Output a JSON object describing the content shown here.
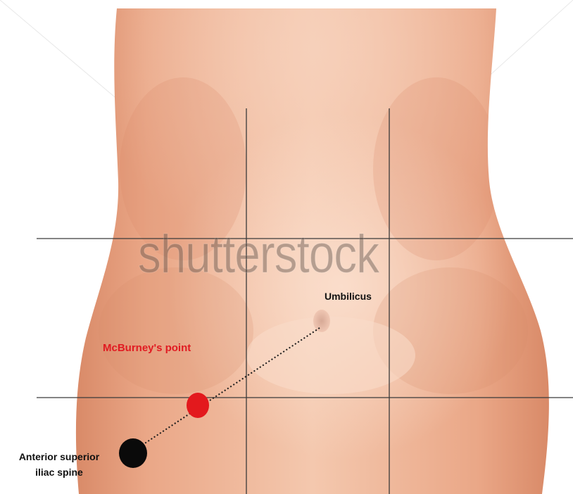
{
  "labels": {
    "umbilicus": "Umbilicus",
    "mcburney": "McBurney's point",
    "asis_line1": "Anterior superior",
    "asis_line2": "iliac spine"
  },
  "watermark": {
    "text": "shutterstock"
  },
  "colors": {
    "skin": "#e9a888",
    "skin_light": "#f5cdb5",
    "grid_line": "#3a3a3a",
    "mcburney_point": "#e3191d",
    "mcburney_label": "#e11b22",
    "asis_point": "#0a0a0a",
    "text": "#111111",
    "watermark": "#5a4e47"
  }
}
